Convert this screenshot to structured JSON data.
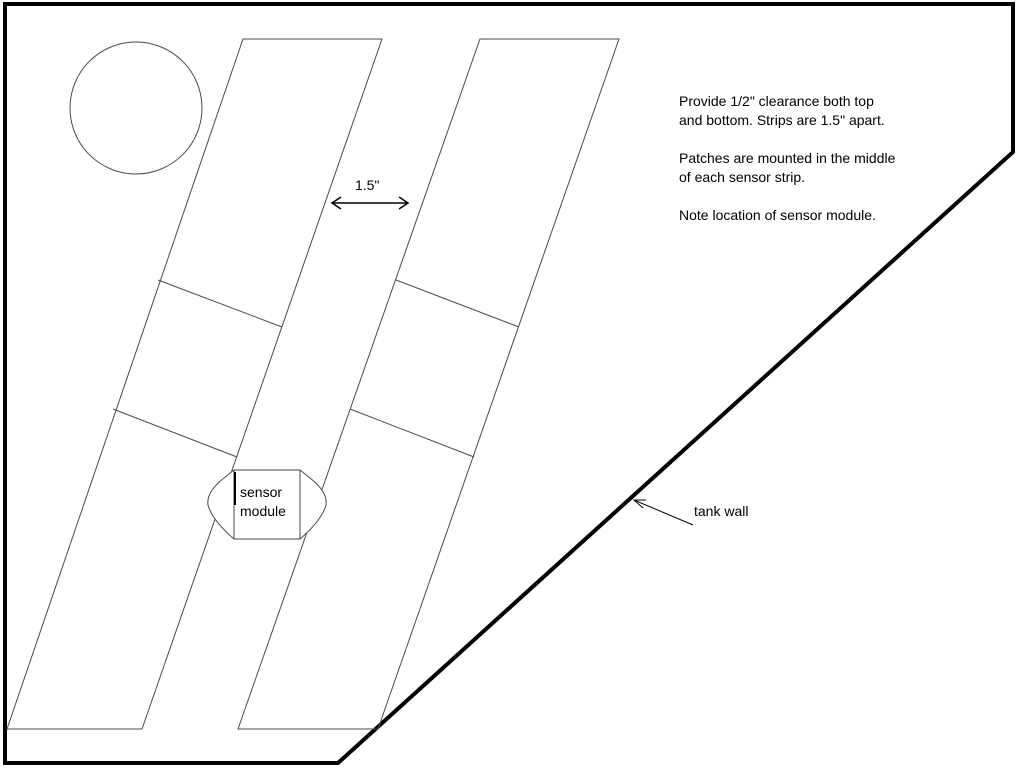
{
  "diagram": {
    "notes": [
      "Provide 1/2\" clearance both top",
      "and bottom.  Strips are 1.5\" apart.",
      "Patches are mounted in the middle",
      "of each sensor strip.",
      "Note location of sensor module."
    ],
    "dimension_label": "1.5\"",
    "sensor_module_label": [
      "sensor",
      "module"
    ],
    "tank_wall_label": "tank wall",
    "colors": {
      "line": "#000000",
      "thin_line": "#4a4a4a",
      "background": "#ffffff"
    }
  }
}
